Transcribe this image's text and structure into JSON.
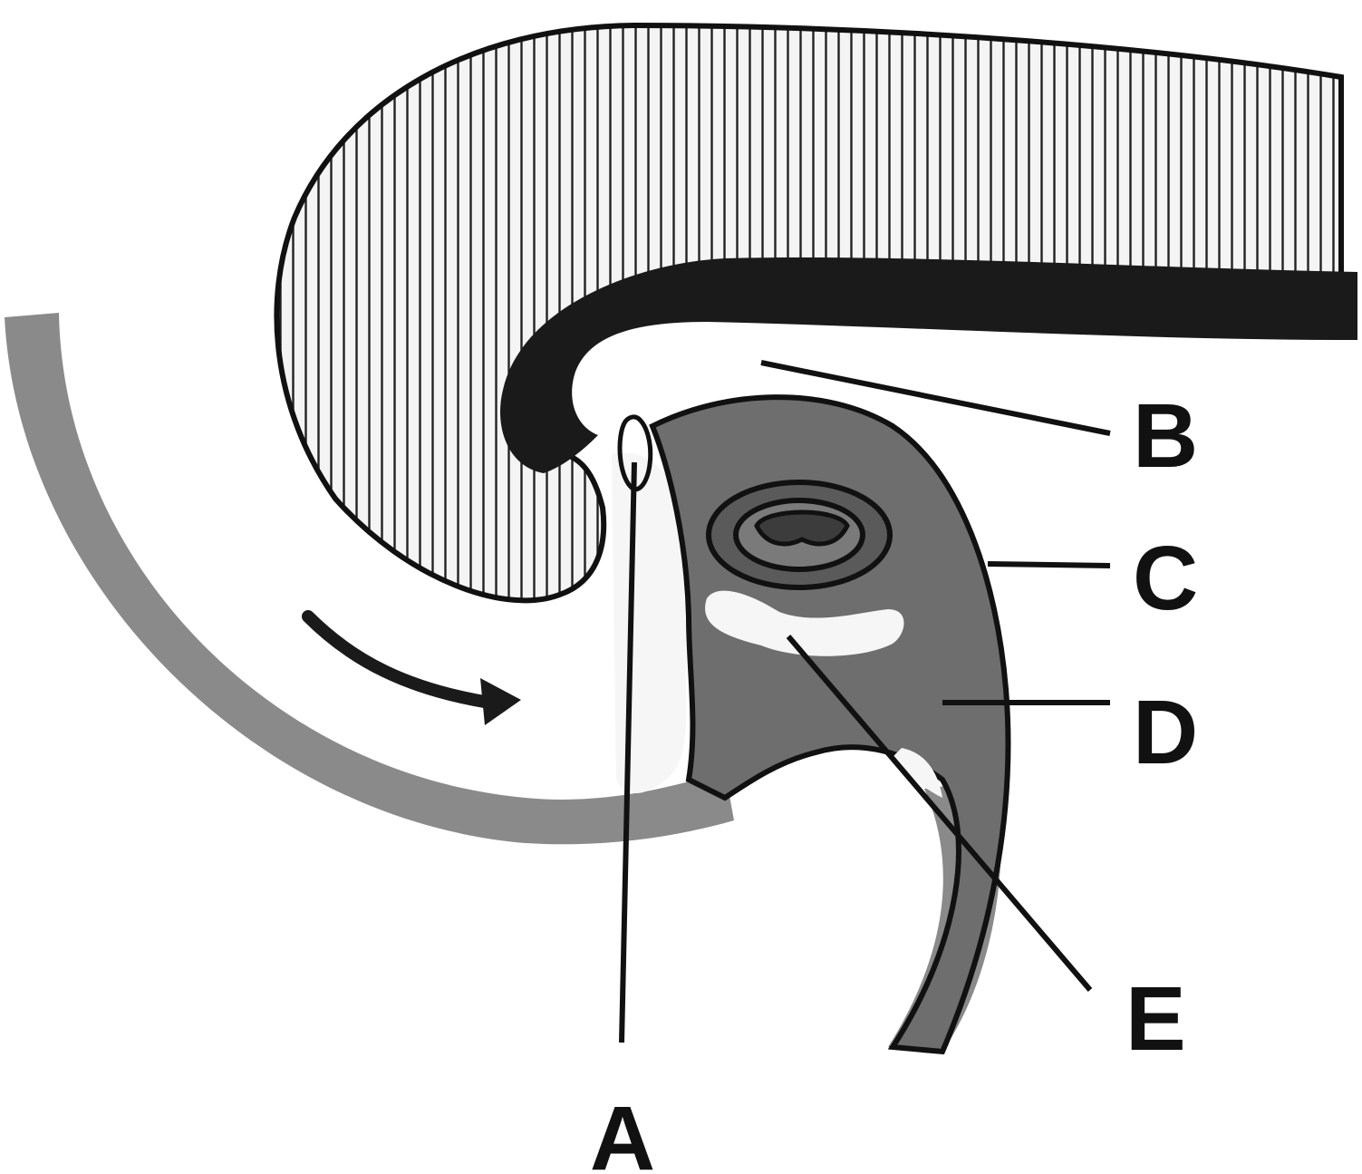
{
  "diagram": {
    "labels": {
      "a": "A",
      "b": "B",
      "c": "C",
      "d": "D",
      "e": "E"
    },
    "colors": {
      "ink": "#111111",
      "hatch_fill": "#f4f4f4",
      "band": "#1a1a1a",
      "outer_tissue": "#8a8a8a",
      "inner_tissue": "#6e6e6e",
      "ring_fill": "#5a5a5a",
      "light_spaces": "#f6f6f6",
      "background": "#ffffff"
    }
  }
}
